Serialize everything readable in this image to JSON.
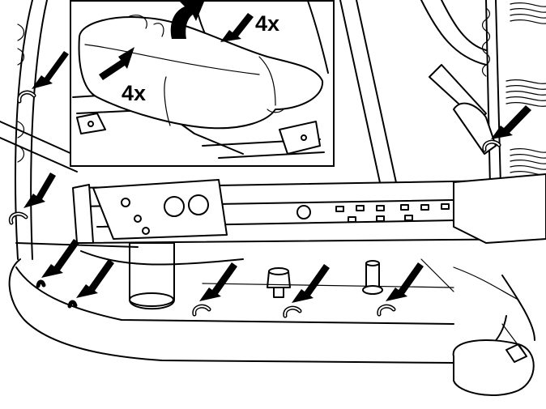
{
  "inset": {
    "labels": [
      {
        "id": "label-4x-upper",
        "text": "4x"
      },
      {
        "id": "label-4x-lower",
        "text": "4x"
      }
    ]
  }
}
